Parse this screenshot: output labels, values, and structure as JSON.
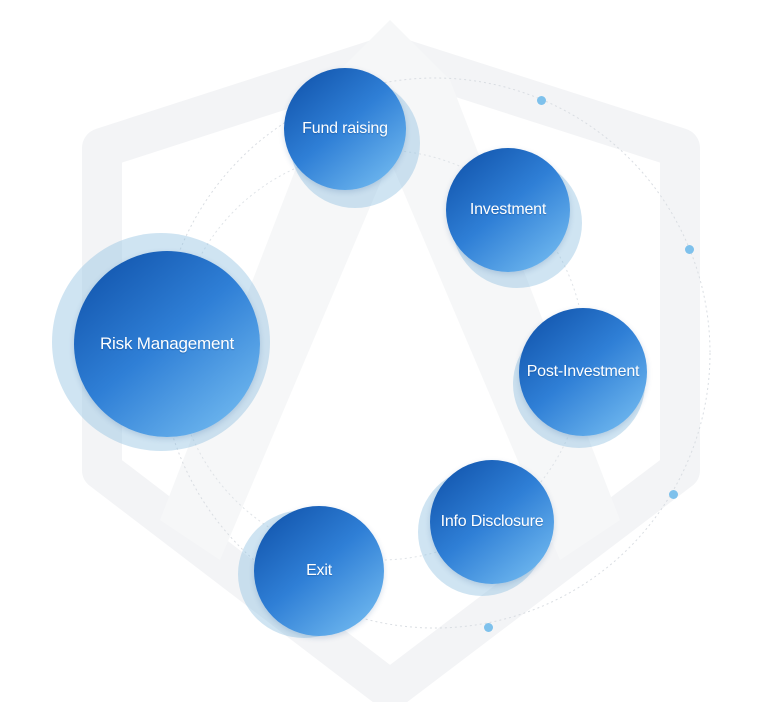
{
  "diagram": {
    "colors": {
      "ball_dark": "#0d4ea6",
      "ball_mid": "#2f7fd6",
      "ball_light": "#7cc3f4",
      "halo": "#8cbee1",
      "orbit_dot": "#7ec1ec",
      "label": "#ffffff"
    },
    "stages": [
      {
        "label": "Fund raising"
      },
      {
        "label": "Investment"
      },
      {
        "label": "Post-Investment"
      },
      {
        "label": "Info Disclosure"
      },
      {
        "label": "Exit"
      },
      {
        "label": "Risk Management"
      }
    ]
  }
}
